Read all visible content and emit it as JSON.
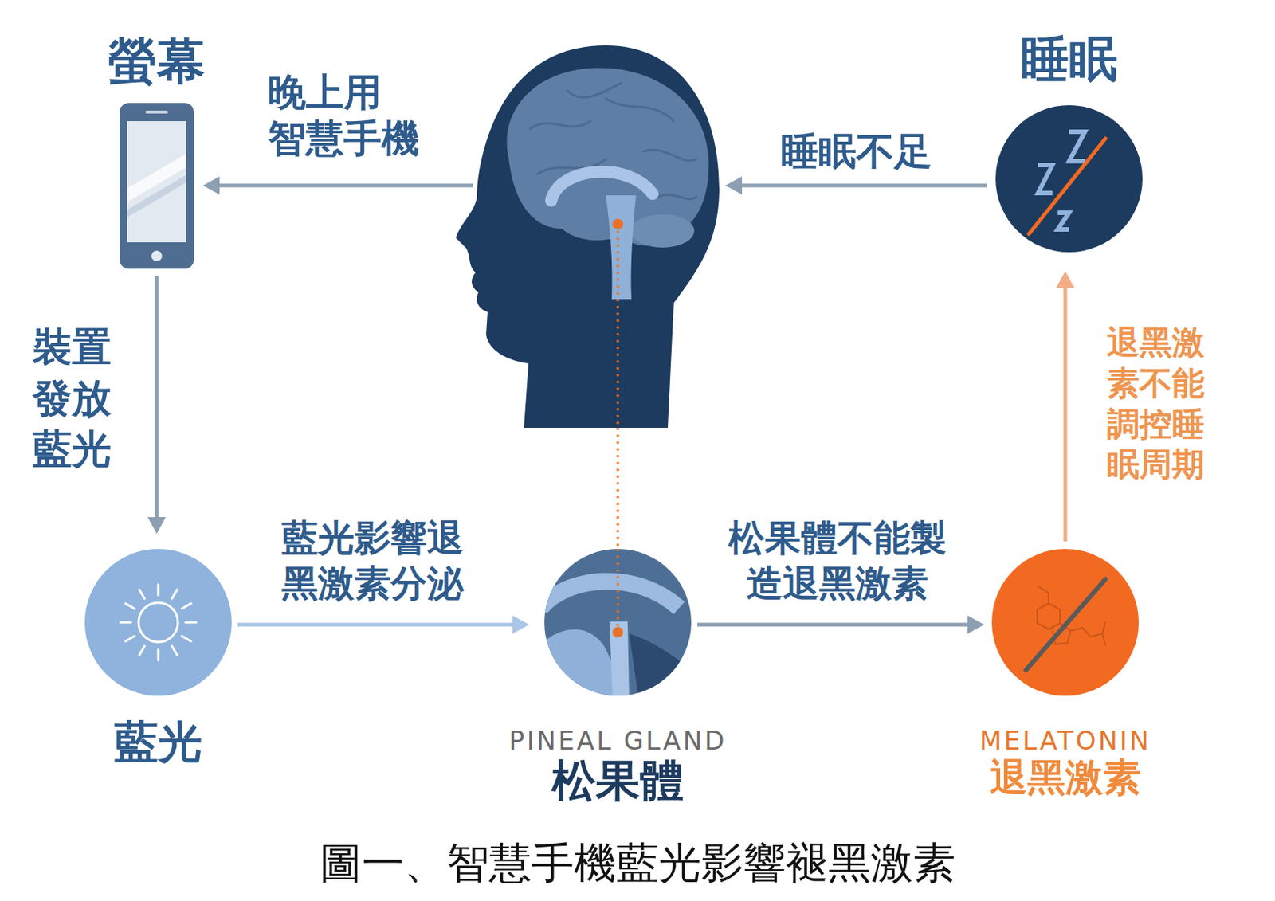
{
  "diagram": {
    "caption": "圖一、智慧手機藍光影響褪黑激素",
    "nodes": [
      {
        "text": [
          "螢幕"
        ]
      },
      {
        "text": []
      },
      {
        "text": [
          "睡眠"
        ]
      },
      {
        "text": [
          "藍光"
        ]
      },
      {
        "text": [
          "PINEAL GLAND",
          "松果體"
        ]
      },
      {
        "text": [
          "MELATONIN",
          "退黑激素"
        ]
      }
    ],
    "edges": [
      {
        "from": 1,
        "to": 0,
        "arrow": "to",
        "label": "晚上用 智慧手機"
      },
      {
        "from": 2,
        "to": 1,
        "arrow": "to",
        "label": "睡眠不足"
      },
      {
        "from": 0,
        "to": 3,
        "arrow": "to",
        "label": "裝置 發放 藍光"
      },
      {
        "from": 3,
        "to": 4,
        "arrow": "to",
        "label": "藍光影響退 黑激素分泌"
      },
      {
        "from": 4,
        "to": 5,
        "arrow": "to",
        "label": "松果體不能製 造退黑激素"
      },
      {
        "from": 5,
        "to": 2,
        "arrow": "to",
        "label": "退黑激 素不能 調控睡 眠周期"
      },
      {
        "from": 1,
        "to": 4,
        "arrow": "none"
      }
    ]
  }
}
